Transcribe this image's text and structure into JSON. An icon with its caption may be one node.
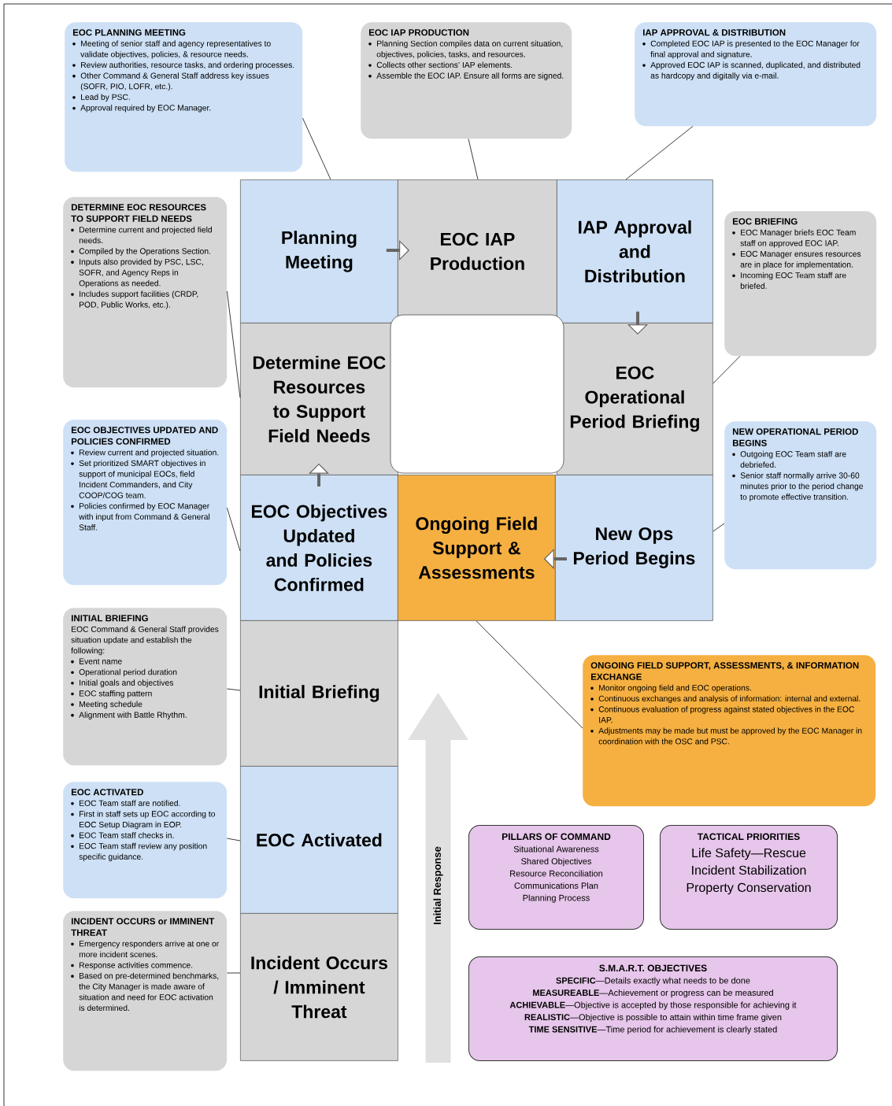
{
  "diagram": {
    "nodes": [
      {
        "text": [
          "EOC PLANNING MEETING",
          "Meeting of senior staff and agency representatives to validate objectives, policies, & resource needs.",
          "Review authorities, resource tasks, and ordering processes.",
          "Other Command & General Staff address key issues (SOFR, PIO, LOFR, etc.).",
          "Lead by PSC.",
          "Approval required by EOC Manager."
        ]
      },
      {
        "text": [
          "EOC IAP PRODUCTION",
          "Planning Section compiles data on current situation, objectives, policies, tasks, and resources.",
          "Collects other sections’ IAP elements.",
          "Assemble the EOC IAP.  Ensure all forms are signed."
        ]
      },
      {
        "text": [
          "IAP APPROVAL & DISTRIBUTION",
          "Completed EOC IAP is presented to the EOC Manager for final approval and signature.",
          "Approved EOC IAP is scanned, duplicated, and distributed as hardcopy and digitally via e-mail."
        ]
      },
      {
        "text": [
          "Planning Meeting"
        ]
      },
      {
        "text": [
          "EOC IAP Production"
        ]
      },
      {
        "text": [
          "IAP Approval and Distribution"
        ]
      },
      {
        "text": [
          "DETERMINE EOC RESOURCES TO SUPPORT FIELD NEEDS",
          "Determine current and projected field needs.",
          "Compiled by the Operations Section.",
          "Inputs also provided by PSC, LSC, SOFR, and Agency Reps in Operations as needed.",
          "Includes support facilities (CRDP, POD, Public Works, etc.)."
        ]
      },
      {
        "text": [
          "Determine EOC Resources to Support Field Needs"
        ]
      },
      {
        "text": [
          "EOC Operational Period Briefing"
        ]
      },
      {
        "text": [
          "EOC BRIEFING",
          "EOC Manager briefs EOC Team staff on approved EOC IAP.",
          "EOC Manager ensures resources are in place for implementation.",
          "Incoming EOC Team staff are briefed."
        ]
      },
      {
        "text": [
          "EOC OBJECTIVES UPDATED AND POLICIES CONFIRMED",
          "Review current and projected situation.",
          "Set prioritized SMART objectives in support of municipal EOCs, field Incident Commanders, and City COOP/COG team.",
          "Policies confirmed by EOC Manager with input from Command & General Staff."
        ]
      },
      {
        "text": [
          "EOC Objectives Updated and Policies Confirmed"
        ]
      },
      {
        "text": [
          "Ongoing Field Support & Assessments"
        ]
      },
      {
        "text": [
          "New Ops Period Begins"
        ]
      },
      {
        "text": [
          "NEW OPERATIONAL PERIOD BEGINS",
          "Outgoing EOC Team staff are debriefed.",
          "Senior staff normally arrive 30-60 minutes prior to the period change to promote effective transition."
        ]
      },
      {
        "text": [
          "ONGOING FIELD SUPPORT, ASSESSMENTS, & INFORMATION EXCHANGE",
          "Monitor ongoing field and EOC operations.",
          "Continuous exchanges and analysis of information:  internal and external.",
          "Continuous evaluation of progress against stated objectives in the EOC IAP.",
          "Adjustments may be made but must be approved by the EOC Manager in coordination with the OSC and PSC."
        ]
      },
      {
        "text": [
          "INITIAL BRIEFING",
          "EOC Command & General Staff provides situation update and establish the following:",
          "Event name",
          "Operational period duration",
          "Initial goals and objectives",
          "EOC staffing pattern",
          "Meeting schedule",
          "Alignment with Battle Rhythm."
        ]
      },
      {
        "text": [
          "Initial Briefing"
        ]
      },
      {
        "text": [
          "EOC ACTIVATED",
          "EOC Team staff are notified.",
          "First in staff sets up EOC according to EOC Setup Diagram in EOP.",
          "EOC Team staff checks in.",
          "EOC Team staff review any position specific guidance."
        ]
      },
      {
        "text": [
          "EOC Activated"
        ]
      },
      {
        "text": [
          "INCIDENT OCCURS or IMMINENT THREAT",
          "Emergency responders arrive at one or more incident scenes.",
          "Response activities commence.",
          "Based on pre-determined benchmarks, the City Manager is made aware of situation and need for EOC activation is determined."
        ]
      },
      {
        "text": [
          "Incident Occurs / Imminent Threat"
        ]
      },
      {
        "text": [
          "PILLARS OF COMMAND",
          "Situational Awareness",
          "Shared Objectives",
          "Resource Reconciliation",
          "Communications Plan",
          "Planning Process"
        ]
      },
      {
        "text": [
          "TACTICAL PRIORITIES",
          "Life Safety—Rescue",
          "Incident Stabilization",
          "Property Conservation"
        ]
      },
      {
        "text": [
          "S.M.A.R.T. OBJECTIVES",
          "**SPECIFIC**—Details exactly what needs to be done",
          "**MEASUREABLE**—Achievement or progress can be measured",
          "**ACHIEVABLE**—Objective is accepted by those responsible for achieving it",
          "**REALISTIC**—Objective is possible to attain within time frame given",
          "**TIME SENSITIVE**—Time period for achievement is clearly stated"
        ]
      },
      {
        "text": [
          "Initial Response"
        ]
      }
    ],
    "edges": [
      {
        "from": 3,
        "to": 4,
        "arrow": "to",
        "style": "thick"
      },
      {
        "from": 5,
        "to": 8,
        "arrow": "to",
        "style": "thick"
      },
      {
        "from": 11,
        "to": 7,
        "arrow": "to",
        "style": "thick"
      },
      {
        "from": 13,
        "to": 12,
        "arrow": "to",
        "style": "thick"
      },
      {
        "from": 0,
        "to": 3,
        "arrow": "none"
      },
      {
        "from": 1,
        "to": 4,
        "arrow": "none"
      },
      {
        "from": 2,
        "to": 5,
        "arrow": "none"
      },
      {
        "from": 6,
        "to": 7,
        "arrow": "none"
      },
      {
        "from": 9,
        "to": 8,
        "arrow": "none"
      },
      {
        "from": 10,
        "to": 11,
        "arrow": "none"
      },
      {
        "from": 14,
        "to": 13,
        "arrow": "none"
      },
      {
        "from": 15,
        "to": 12,
        "arrow": "none"
      },
      {
        "from": 16,
        "to": 17,
        "arrow": "none"
      },
      {
        "from": 18,
        "to": 19,
        "arrow": "none"
      },
      {
        "from": 20,
        "to": 21,
        "arrow": "none"
      }
    ]
  }
}
